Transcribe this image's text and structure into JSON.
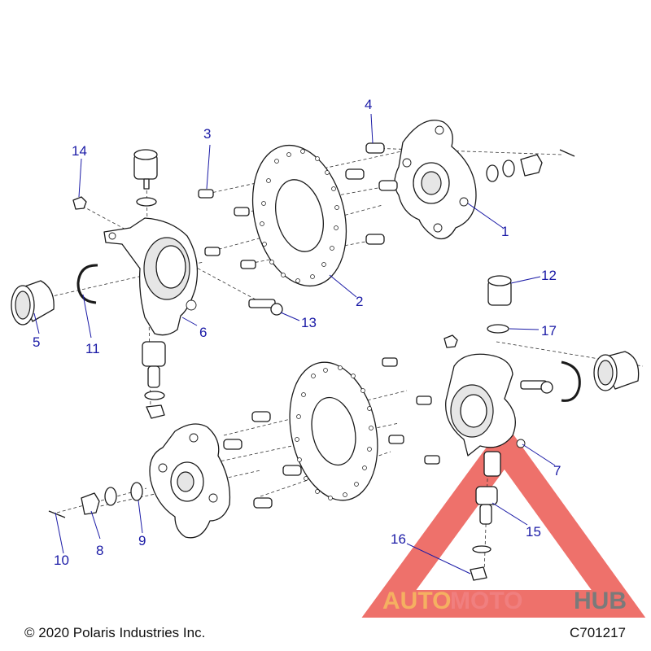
{
  "diagram": {
    "callouts": [
      {
        "id": "1",
        "label": "1"
      },
      {
        "id": "2",
        "label": "2"
      },
      {
        "id": "3",
        "label": "3"
      },
      {
        "id": "4",
        "label": "4"
      },
      {
        "id": "5",
        "label": "5"
      },
      {
        "id": "6",
        "label": "6"
      },
      {
        "id": "7",
        "label": "7"
      },
      {
        "id": "8",
        "label": "8"
      },
      {
        "id": "9",
        "label": "9"
      },
      {
        "id": "10",
        "label": "10"
      },
      {
        "id": "11",
        "label": "11"
      },
      {
        "id": "12",
        "label": "12"
      },
      {
        "id": "13",
        "label": "13"
      },
      {
        "id": "14",
        "label": "14"
      },
      {
        "id": "15",
        "label": "15"
      },
      {
        "id": "16",
        "label": "16"
      },
      {
        "id": "17",
        "label": "17"
      }
    ],
    "copyright": "© 2020 Polaris Industries Inc.",
    "drawing_number": "C701217"
  },
  "watermark": {
    "part1": "AUTO",
    "part2": "MOTO",
    "part3": "HUB",
    "colors": {
      "auto": "#f5b061",
      "moto": "#f07f7f",
      "hub": "#7a7a7a",
      "triangle": "#e8413a"
    }
  },
  "colors": {
    "callout": "#1a1aa6",
    "line": "#1a1a1a"
  }
}
